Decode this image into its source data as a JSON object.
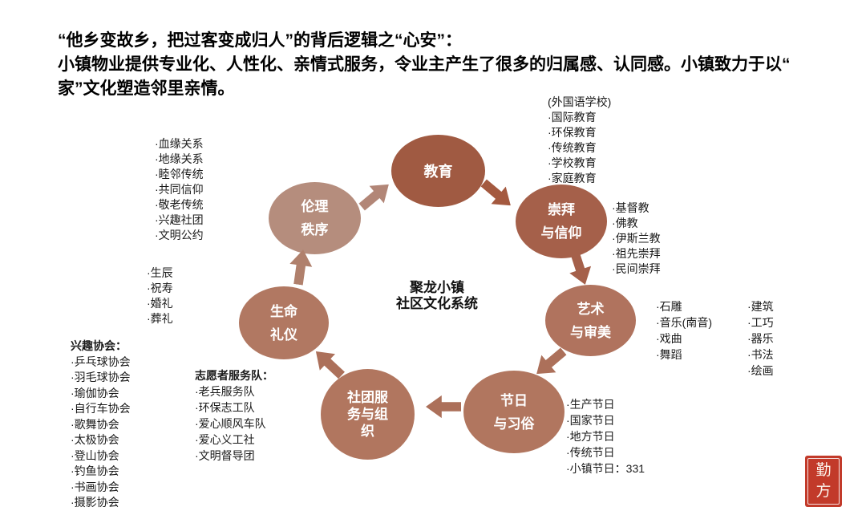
{
  "title": {
    "lines": [
      "“他乡变故乡，把过客变成归人”的背后逻辑之“心安”：",
      "小镇物业提供专业化、人性化、亲情式服务，令业主产生了很多的归属感、认同感。小镇致力于以“",
      "家”文化塑造邻里亲情。"
    ]
  },
  "center": {
    "line1": "聚龙小镇",
    "line2": "社区文化系统"
  },
  "nodes": {
    "education": {
      "label": "教育",
      "color": "#A05A42"
    },
    "worship": {
      "label": "崇拜\n与信仰",
      "color": "#A5604A"
    },
    "art": {
      "label": "艺术\n与审美",
      "color": "#B0735E"
    },
    "festival": {
      "label": "节日\n与习俗",
      "color": "#B1765F"
    },
    "association": {
      "label": "社团服\n务与组\n织",
      "color": "#B1765F"
    },
    "life": {
      "label": "生命\n礼仪",
      "color": "#B17862"
    },
    "ethics": {
      "label": "伦理\n秩序",
      "color": "#B58D7D"
    }
  },
  "arrows": {
    "ethics_to_education": {
      "color": "#B28677"
    },
    "education_to_worship": {
      "color": "#A4593F"
    },
    "worship_to_art": {
      "color": "#A5604A"
    },
    "art_to_festival": {
      "color": "#AC705A"
    },
    "festival_to_association": {
      "color": "#AC705A"
    },
    "association_to_life": {
      "color": "#AC705A"
    },
    "life_to_ethics": {
      "color": "#B0806C"
    }
  },
  "lists": {
    "ethics": {
      "items": [
        "·血缘关系",
        "·地缘关系",
        "·睦邻传统",
        "·共同信仰",
        "·敬老传统",
        "·兴趣社团",
        "·文明公约"
      ]
    },
    "education": {
      "header": "(外国语学校)",
      "items": [
        "·国际教育",
        "·环保教育",
        "·传统教育",
        "·学校教育",
        "·家庭教育"
      ]
    },
    "worship": {
      "items": [
        "·基督教",
        "·佛教",
        "·伊斯兰教",
        "·祖先崇拜",
        "·民间崇拜"
      ]
    },
    "art_left": {
      "items": [
        "·石雕",
        "·音乐(南音)",
        "·戏曲",
        "·舞蹈"
      ]
    },
    "art_right": {
      "items": [
        "·建筑",
        "·工巧",
        "·器乐",
        "·书法",
        "·绘画"
      ]
    },
    "festival": {
      "items": [
        "·生产节日",
        "·国家节日",
        "·地方节日",
        "·传统节日",
        "·小镇节日：331"
      ]
    },
    "volunteer": {
      "header": "志愿者服务队：",
      "items": [
        "·老兵服务队",
        "·环保志工队",
        "·爱心顺风车队",
        "·爱心义工社",
        "·文明督导团"
      ]
    },
    "hobby": {
      "header": "兴趣协会：",
      "items": [
        "·乒乓球协会",
        "·羽毛球协会",
        "·瑜伽协会",
        "·自行车协会",
        "·歌舞协会",
        "·太极协会",
        "·登山协会",
        "·钓鱼协会",
        "·书画协会",
        "·摄影协会"
      ]
    },
    "life": {
      "items": [
        "·生辰",
        "·祝寿",
        "·婚礼",
        "·葬礼"
      ]
    }
  },
  "seal": {
    "chars": [
      "勤",
      "方"
    ],
    "color": "#C23A2A"
  }
}
